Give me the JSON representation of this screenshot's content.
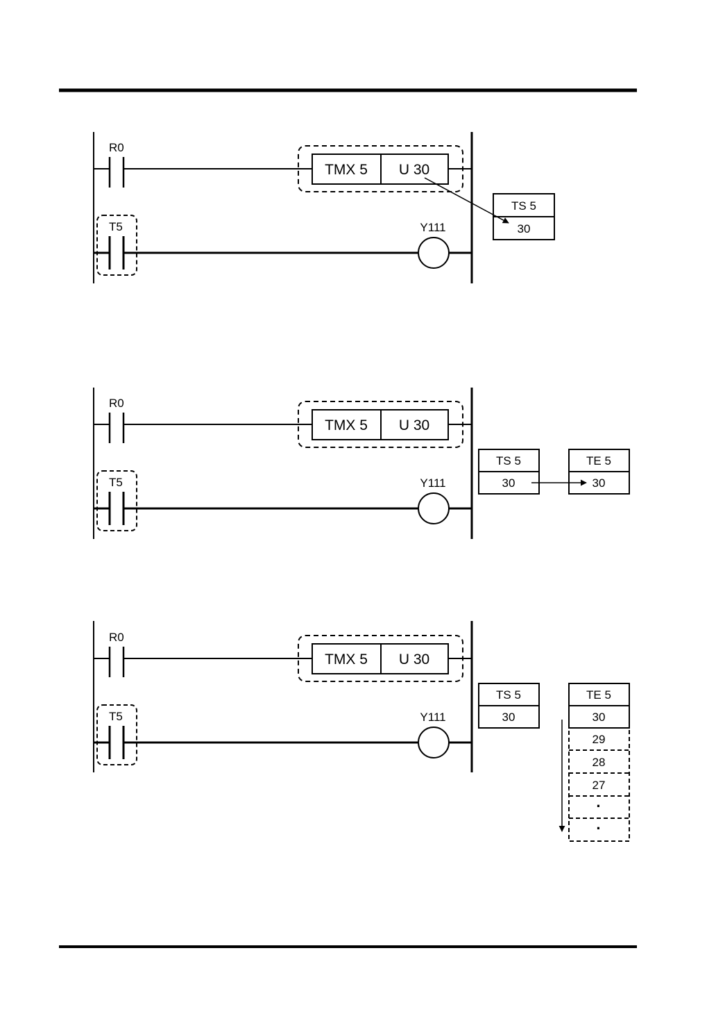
{
  "colors": {
    "ink": "#000000",
    "paper": "#ffffff"
  },
  "diagrams": [
    {
      "contact_top": "R0",
      "contact_bottom": "T5",
      "instruction": "TMX 5",
      "operand": "U 30",
      "coil": "Y111",
      "ts": {
        "header": "TS 5",
        "value": "30"
      }
    },
    {
      "contact_top": "R0",
      "contact_bottom": "T5",
      "instruction": "TMX 5",
      "operand": "U 30",
      "coil": "Y111",
      "ts": {
        "header": "TS 5",
        "value": "30"
      },
      "te": {
        "header": "TE 5",
        "value": "30"
      }
    },
    {
      "contact_top": "R0",
      "contact_bottom": "T5",
      "instruction": "TMX 5",
      "operand": "U 30",
      "coil": "Y111",
      "ts": {
        "header": "TS 5",
        "value": "30"
      },
      "te": {
        "header": "TE 5",
        "values": [
          "30",
          "29",
          "28",
          "27",
          "·",
          "·"
        ]
      }
    }
  ]
}
